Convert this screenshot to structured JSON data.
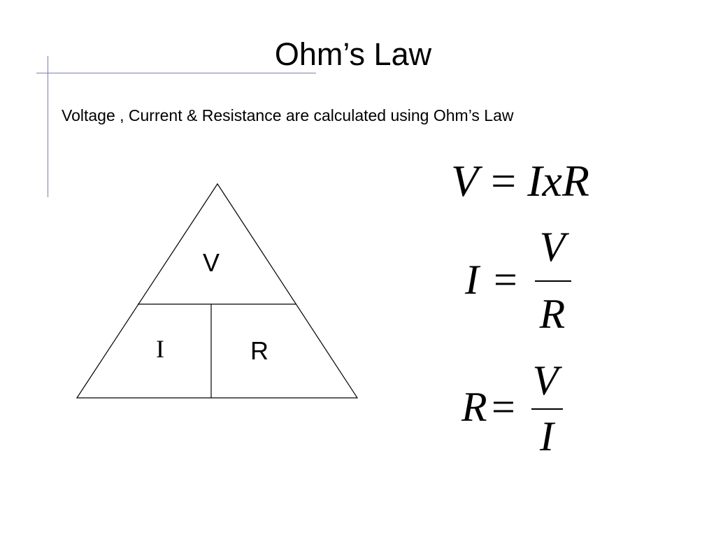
{
  "slide": {
    "title": "Ohm’s Law",
    "subtitle": "Voltage , Current & Resistance are calculated using Ohm’s Law"
  },
  "triangle": {
    "top_label": "V",
    "bottom_left_label": "I",
    "bottom_right_label": "R"
  },
  "formulas": {
    "voltage": {
      "lhs": "V",
      "eq": "=",
      "rhs": "IxR"
    },
    "current": {
      "lhs": "I",
      "eq": "=",
      "numerator": "V",
      "denominator": "R"
    },
    "resistance": {
      "lhs": "R",
      "eq": "=",
      "numerator": "V",
      "denominator": "I"
    }
  }
}
